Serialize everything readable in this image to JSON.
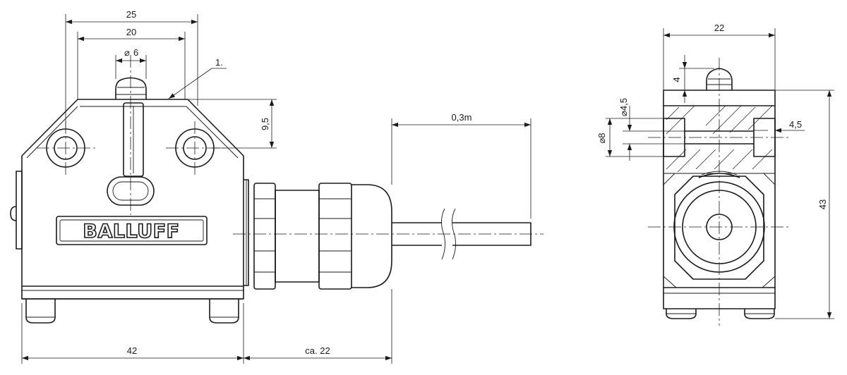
{
  "front_view": {
    "brand_logo": "BALLUFF",
    "callout": "1.",
    "dims": {
      "outer_width": "25",
      "hole_spacing": "20",
      "plunger_diameter": "6",
      "hole_height": "9,5",
      "body_width": "42",
      "connector_length": "ca. 22",
      "cable_length": "0,3m"
    }
  },
  "side_view": {
    "dims": {
      "width": "22",
      "plunger_height": "4",
      "hole_diameter_small": "4,5",
      "hole_diameter_large": "8",
      "counterbore_depth": "4,5",
      "height": "43"
    }
  },
  "symbols": {
    "diameter": "⌀"
  }
}
